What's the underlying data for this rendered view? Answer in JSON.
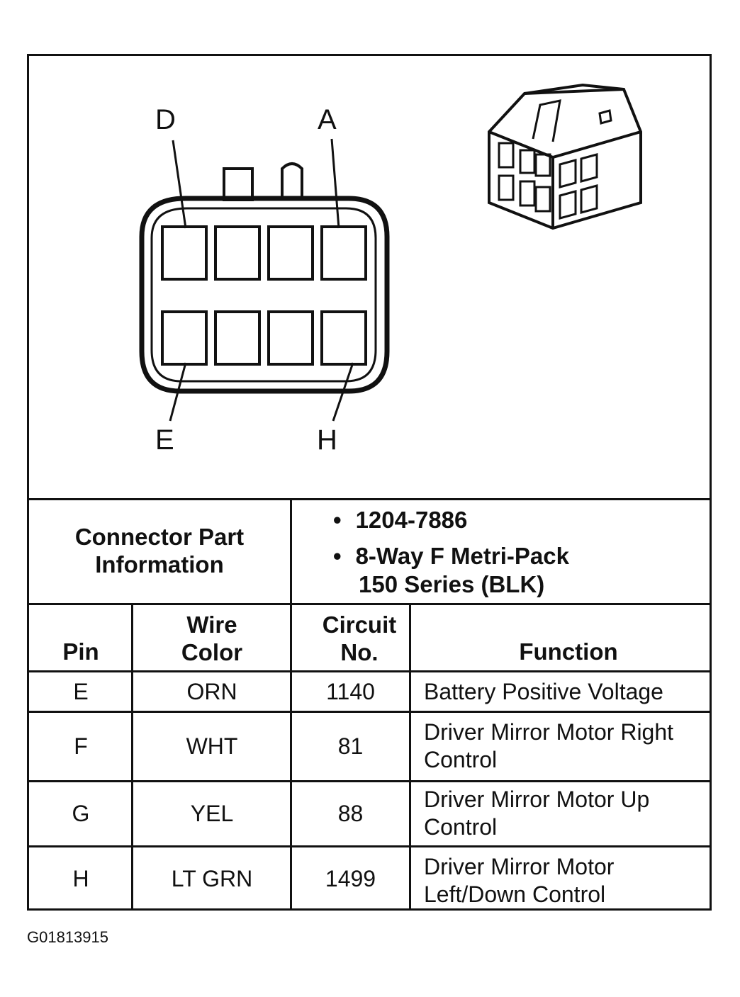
{
  "pin_labels": {
    "top_left": "D",
    "top_right": "A",
    "bottom_left": "E",
    "bottom_right": "H"
  },
  "part_info": {
    "label": "Connector Part Information",
    "label_line1": "Connector Part",
    "label_line2": "Information",
    "bullets": [
      {
        "symbol": "•",
        "line1": "1204-7886",
        "line2": ""
      },
      {
        "symbol": "•",
        "line1": "8-Way F Metri-Pack",
        "line2": "150 Series (BLK)"
      }
    ]
  },
  "table": {
    "headers": {
      "pin": "Pin",
      "wire_line1": "Wire",
      "wire_line2": "Color",
      "circuit_line1": "Circuit",
      "circuit_line2": "No.",
      "function": "Function"
    },
    "rows": [
      {
        "pin": "E",
        "wire": "ORN",
        "circuit": "1140",
        "function_line1": "Battery Positive Voltage",
        "function_line2": ""
      },
      {
        "pin": "F",
        "wire": "WHT",
        "circuit": "81",
        "function_line1": "Driver Mirror Motor Right",
        "function_line2": "Control"
      },
      {
        "pin": "G",
        "wire": "YEL",
        "circuit": "88",
        "function_line1": "Driver Mirror Motor Up",
        "function_line2": "Control"
      },
      {
        "pin": "H",
        "wire": "LT GRN",
        "circuit": "1499",
        "function_line1": "Driver Mirror Motor",
        "function_line2": "Left/Down Control"
      }
    ]
  },
  "figure_id": "G01813915"
}
